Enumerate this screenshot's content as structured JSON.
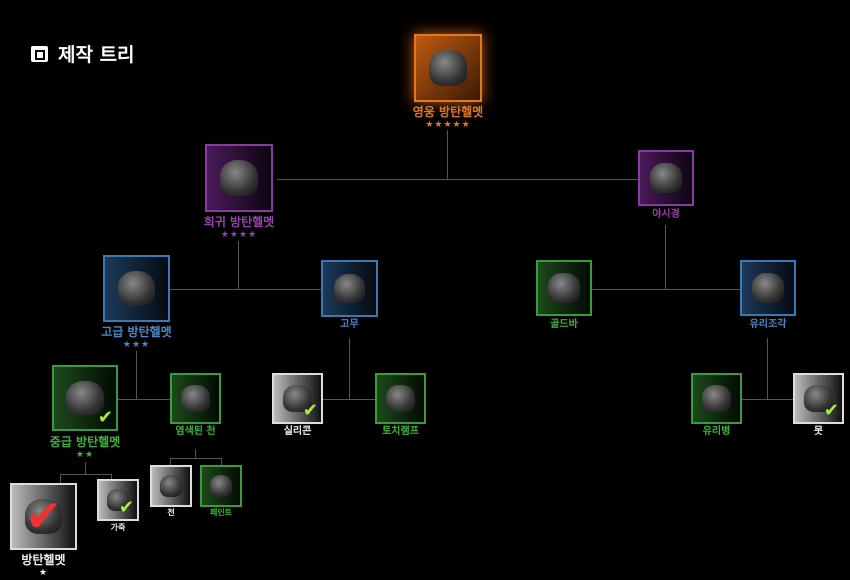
{
  "header": {
    "title": "제작 트리",
    "icon": "crafting-icon"
  },
  "colors": {
    "legendary": "#e07a1c",
    "rare": "#8a3aa0",
    "advanced": "#3c78b4",
    "common": "#3c9a3c",
    "basic": "#cfcfcf",
    "check": "#a8f03a",
    "owned_mark": "#e33333"
  },
  "nodes": [
    {
      "id": "hero",
      "label": "영웅 방탄헬멧",
      "stars": "★★★★★",
      "tier": "legendary"
    },
    {
      "id": "rare",
      "label": "희귀 방탄헬멧",
      "stars": "★★★★",
      "tier": "rare"
    },
    {
      "id": "nv",
      "label": "야시경",
      "stars": "",
      "tier": "rare"
    },
    {
      "id": "adv",
      "label": "고급 방탄헬멧",
      "stars": "★★★",
      "tier": "advanced"
    },
    {
      "id": "rubber",
      "label": "고무",
      "stars": "",
      "tier": "advanced"
    },
    {
      "id": "gold",
      "label": "골드바",
      "stars": "",
      "tier": "common"
    },
    {
      "id": "glassp",
      "label": "유리조각",
      "stars": "",
      "tier": "advanced"
    },
    {
      "id": "mid",
      "label": "중급 방탄헬멧",
      "stars": "★★",
      "tier": "common",
      "checked": true
    },
    {
      "id": "dyed",
      "label": "염색된 천",
      "stars": "",
      "tier": "common"
    },
    {
      "id": "silicon",
      "label": "실리콘",
      "stars": "",
      "tier": "basic",
      "checked": true
    },
    {
      "id": "torch",
      "label": "토치램프",
      "stars": "",
      "tier": "common"
    },
    {
      "id": "bottle",
      "label": "유리병",
      "stars": "",
      "tier": "common"
    },
    {
      "id": "nail",
      "label": "못",
      "stars": "",
      "tier": "basic",
      "checked": true
    },
    {
      "id": "helmet",
      "label": "방탄헬멧",
      "stars": "★",
      "tier": "basic",
      "owned": true
    },
    {
      "id": "leather",
      "label": "가죽",
      "stars": "",
      "tier": "basic",
      "checked": true
    },
    {
      "id": "cloth",
      "label": "천",
      "stars": "",
      "tier": "basic"
    },
    {
      "id": "paint",
      "label": "페인트",
      "stars": "",
      "tier": "common"
    }
  ]
}
